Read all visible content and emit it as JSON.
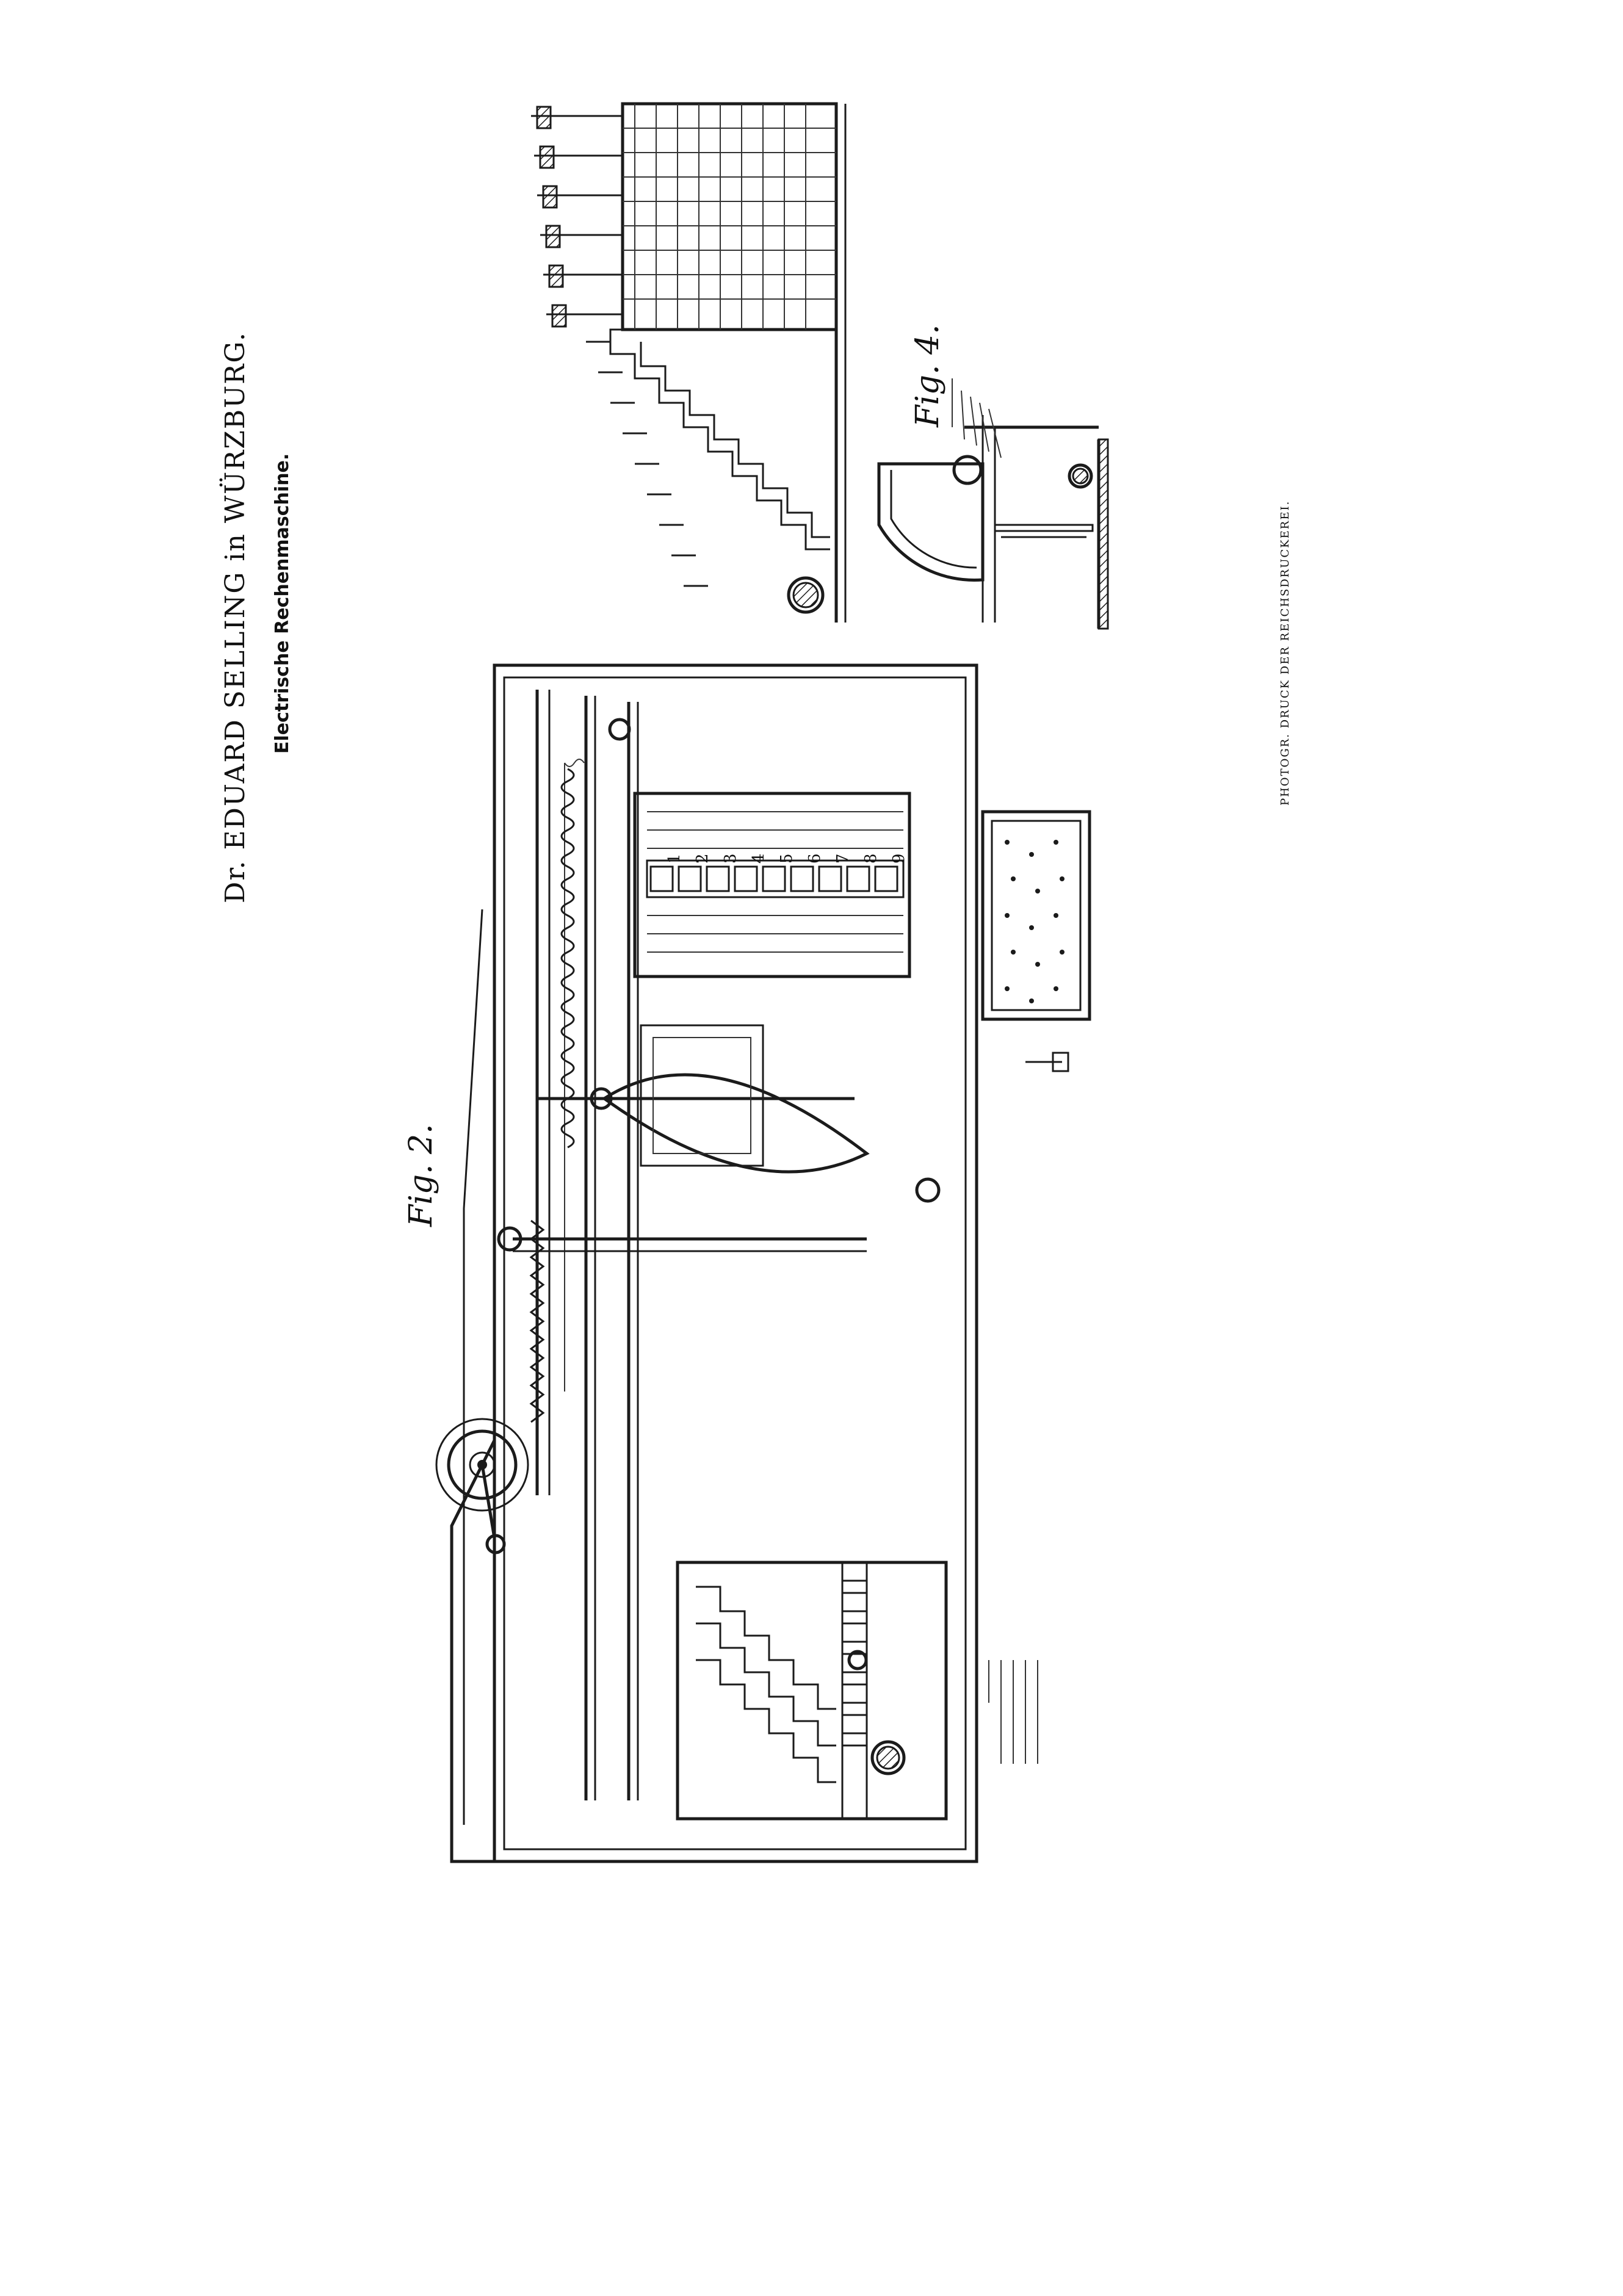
{
  "header": {
    "title": "Dr. EDUARD SELLING in WÜRZBURG.",
    "subtitle": "Electrische Rechenmaschine."
  },
  "figures": {
    "fig2_label": "Fig. 2.",
    "fig4_label": "Fig. 4."
  },
  "footer": {
    "printer": "PHOTOGR. DRUCK DER REICHSDRUCKEREI."
  },
  "digit_labels": [
    "1",
    "2",
    "3",
    "4",
    "5",
    "6",
    "7",
    "8",
    "9"
  ]
}
